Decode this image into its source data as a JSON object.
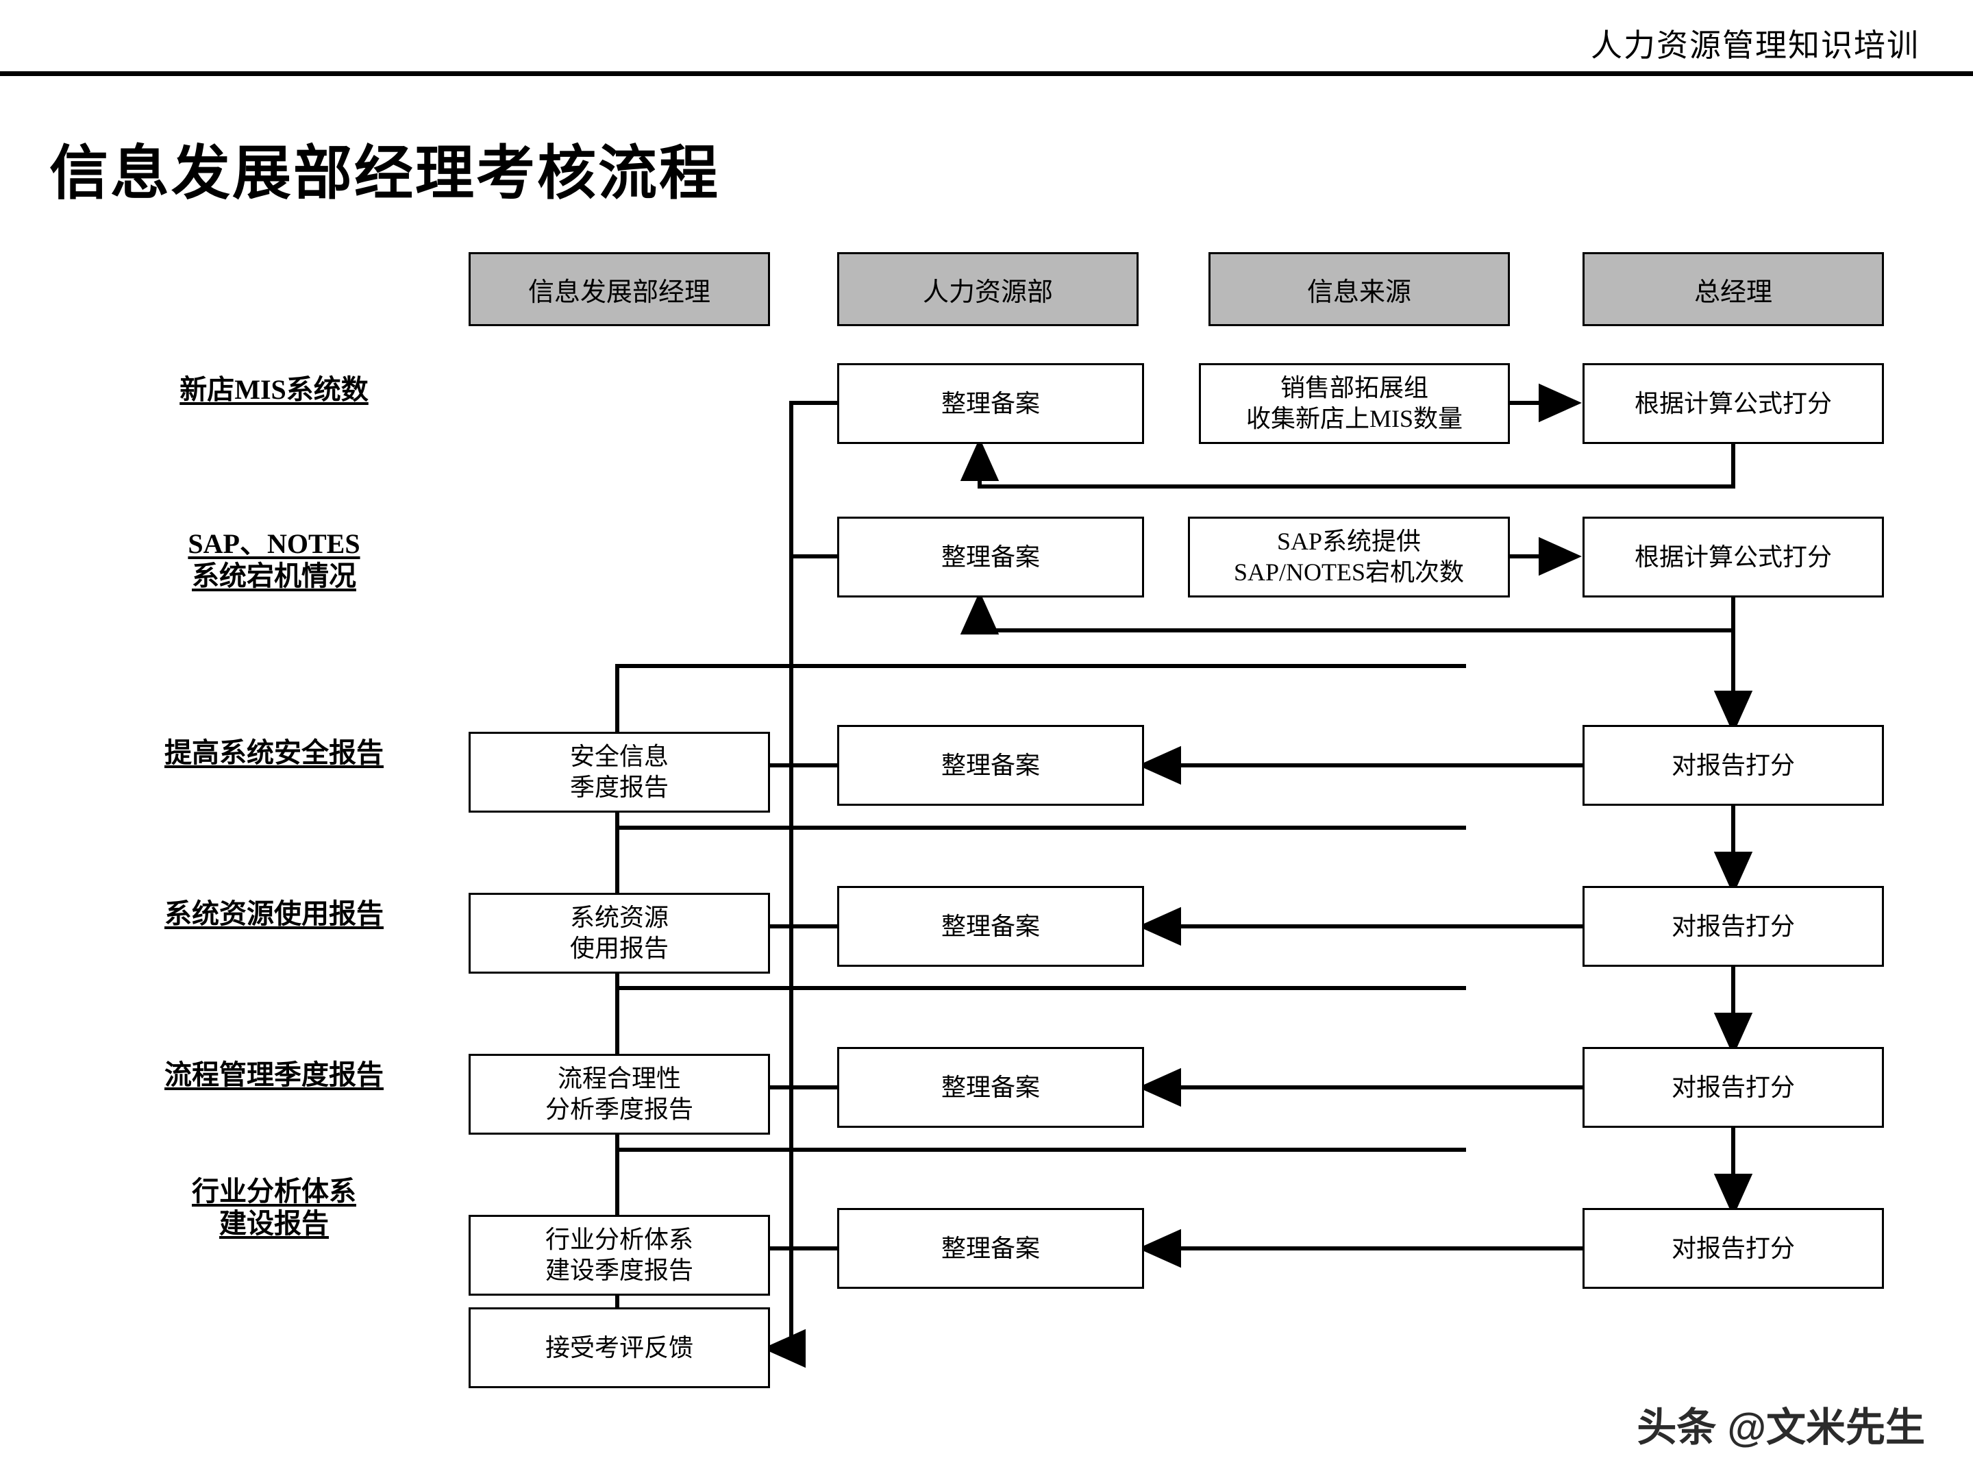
{
  "header": {
    "title": "人力资源管理知识培训"
  },
  "page_title": "信息发展部经理考核流程",
  "watermark": "头条 @文米先生",
  "lanes": [
    {
      "id": "lane-info-dev-manager",
      "label": "信息发展部经理"
    },
    {
      "id": "lane-hr-department",
      "label": "人力资源部"
    },
    {
      "id": "lane-info-source",
      "label": "信息来源"
    },
    {
      "id": "lane-general-manager",
      "label": "总经理"
    }
  ],
  "rows": [
    {
      "id": "row-new-store-mis",
      "caption": [
        "新店MIS系统数"
      ]
    },
    {
      "id": "row-sap-notes-downtime",
      "caption": [
        "SAP、NOTES",
        "系统宕机情况"
      ]
    },
    {
      "id": "row-security-report",
      "caption": [
        "提高系统安全报告"
      ]
    },
    {
      "id": "row-resource-report",
      "caption": [
        "系统资源使用报告"
      ]
    },
    {
      "id": "row-process-report",
      "caption": [
        "流程管理季度报告"
      ]
    },
    {
      "id": "row-industry-report",
      "caption": [
        "行业分析体系",
        "建设报告"
      ]
    }
  ],
  "nodes": {
    "file_1": {
      "lines": [
        "整理备案"
      ]
    },
    "file_2": {
      "lines": [
        "整理备案"
      ]
    },
    "file_3": {
      "lines": [
        "整理备案"
      ]
    },
    "file_4": {
      "lines": [
        "整理备案"
      ]
    },
    "file_5": {
      "lines": [
        "整理备案"
      ]
    },
    "file_6": {
      "lines": [
        "整理备案"
      ]
    },
    "source_1": {
      "lines": [
        "销售部拓展组",
        "收集新店上MIS数量"
      ]
    },
    "source_2": {
      "lines": [
        "SAP系统提供",
        "SAP/NOTES宕机次数"
      ]
    },
    "score_1": {
      "lines": [
        "根据计算公式打分"
      ]
    },
    "score_2": {
      "lines": [
        "根据计算公式打分"
      ]
    },
    "score_3": {
      "lines": [
        "对报告打分"
      ]
    },
    "score_4": {
      "lines": [
        "对报告打分"
      ]
    },
    "score_5": {
      "lines": [
        "对报告打分"
      ]
    },
    "score_6": {
      "lines": [
        "对报告打分"
      ]
    },
    "report_3": {
      "lines": [
        "安全信息",
        "季度报告"
      ]
    },
    "report_4": {
      "lines": [
        "系统资源",
        "使用报告"
      ]
    },
    "report_5": {
      "lines": [
        "流程合理性",
        "分析季度报告"
      ]
    },
    "report_6": {
      "lines": [
        "行业分析体系",
        "建设季度报告"
      ]
    },
    "feedback": {
      "lines": [
        "接受考评反馈"
      ]
    }
  },
  "colors": {
    "lane_header_fill": "#b9b9b9",
    "node_border": "#000000",
    "connector": "#000000",
    "page_background": "#ffffff"
  }
}
